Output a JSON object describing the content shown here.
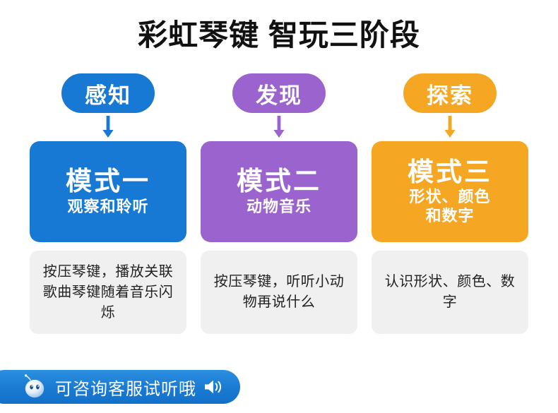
{
  "page": {
    "title": "彩虹琴键 智玩三阶段",
    "background_color": "#ffffff"
  },
  "colors": {
    "blue": "#1879d4",
    "purple": "#9a63ce",
    "orange": "#f5a623",
    "desc_background": "#f0f0f0",
    "desc_text": "#222222",
    "title_text": "#111111",
    "cta_blue": "#1a7ad2"
  },
  "columns": [
    {
      "stage_label": "感知",
      "stage_color": "#1879d4",
      "arrow_icon": "arrow-down-icon",
      "arrow_color": "#1879d4",
      "mode_title": "模式一",
      "mode_sub": "观察和聆听",
      "card_color": "#1879d4",
      "description": "按压琴键，播放关联歌曲琴键随着音乐闪烁"
    },
    {
      "stage_label": "发现",
      "stage_color": "#9a63ce",
      "arrow_icon": "arrow-down-icon",
      "arrow_color": "#9a63ce",
      "mode_title": "模式二",
      "mode_sub": "动物音乐",
      "card_color": "#9a63ce",
      "description": "按压琴键，听听小动物再说什么"
    },
    {
      "stage_label": "探索",
      "stage_color": "#f5a623",
      "arrow_icon": "arrow-down-icon",
      "arrow_color": "#f5a623",
      "mode_title": "模式三",
      "mode_sub": "形状、颜色\n和数字",
      "card_color": "#f5a623",
      "description": "认识形状、颜色、数字"
    }
  ],
  "cta": {
    "mascot_icon": "mascot-face-icon",
    "text": "可咨询客服试听哦",
    "speaker_icon": "speaker-sound-icon"
  }
}
